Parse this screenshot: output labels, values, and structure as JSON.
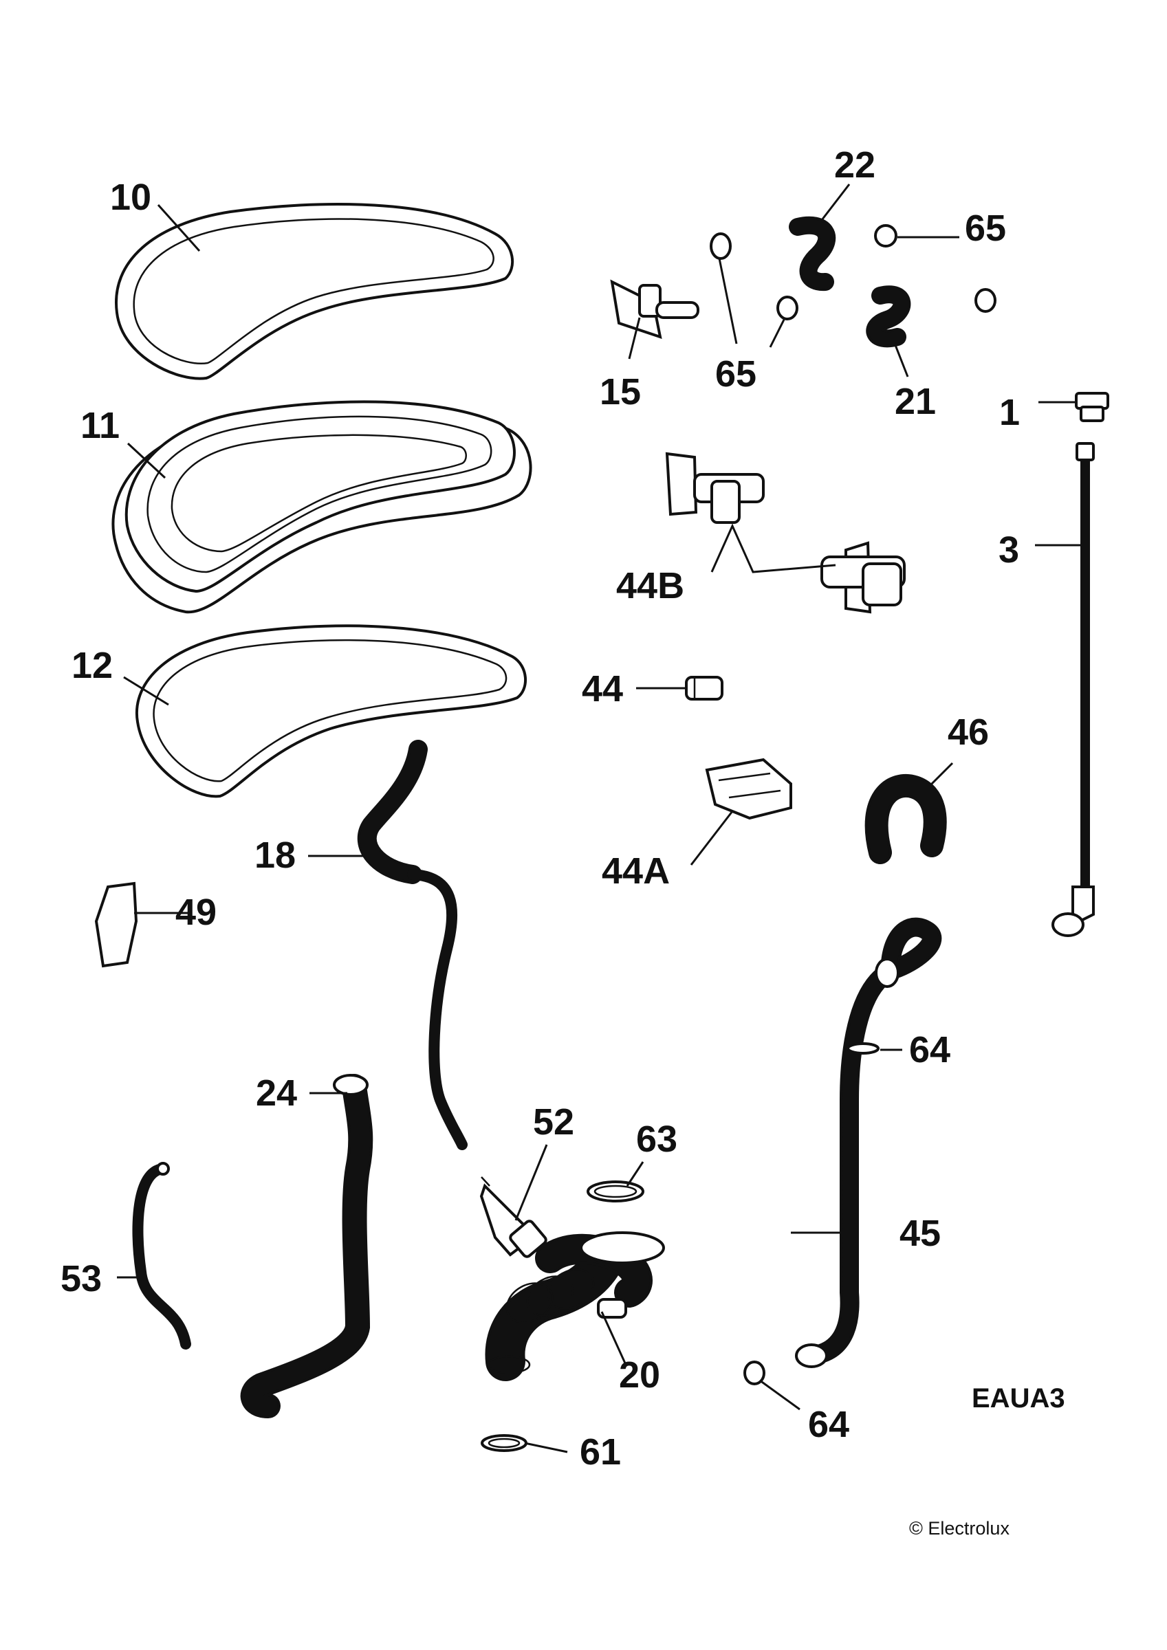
{
  "drawing_code": "EAUA3",
  "copyright": "© Electrolux",
  "labels": {
    "p10": "10",
    "p11": "11",
    "p12": "12",
    "p15": "15",
    "p22": "22",
    "p65a": "65",
    "p65b": "65",
    "p21": "21",
    "p1": "1",
    "p3": "3",
    "p44b": "44B",
    "p44": "44",
    "p46": "46",
    "p44a": "44A",
    "p18": "18",
    "p49": "49",
    "p64a": "64",
    "p24": "24",
    "p52": "52",
    "p63": "63",
    "p45": "45",
    "p53": "53",
    "p20": "20",
    "p64b": "64",
    "p61": "61"
  }
}
